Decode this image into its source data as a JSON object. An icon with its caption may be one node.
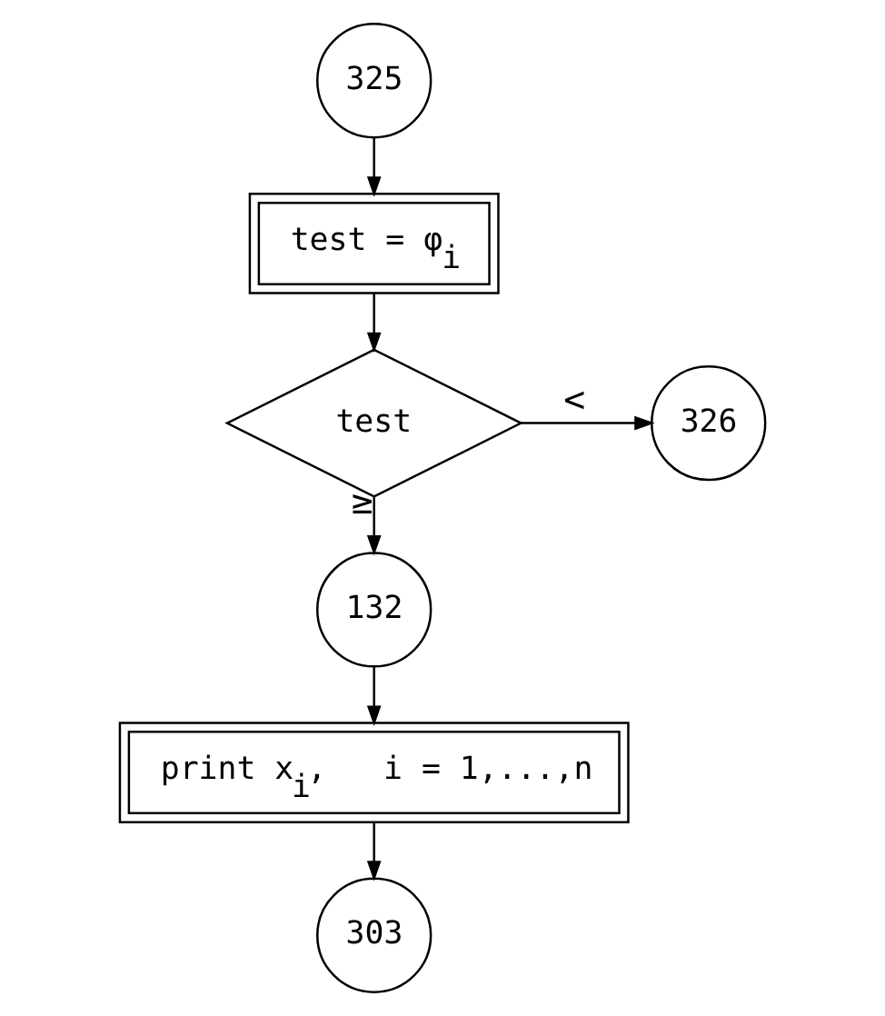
{
  "diagram": {
    "nodes": [
      {
        "text": [
          "325"
        ]
      },
      {
        "text": [
          "test = φ$_{i}$"
        ]
      },
      {
        "text": [
          "test"
        ]
      },
      {
        "text": [
          "326"
        ]
      },
      {
        "text": [
          "132"
        ]
      },
      {
        "text": [
          "print x$_{i}$,   i = 1,...,n"
        ]
      },
      {
        "text": [
          "303"
        ]
      }
    ],
    "edges": [
      {
        "from": 0,
        "to": 1,
        "arrow": "to"
      },
      {
        "from": 1,
        "to": 2,
        "arrow": "to"
      },
      {
        "from": 2,
        "to": 3,
        "arrow": "to",
        "label": "<"
      },
      {
        "from": 2,
        "to": 4,
        "arrow": "to",
        "label": "≥"
      },
      {
        "from": 4,
        "to": 5,
        "arrow": "to"
      },
      {
        "from": 5,
        "to": 6,
        "arrow": "to"
      }
    ]
  }
}
